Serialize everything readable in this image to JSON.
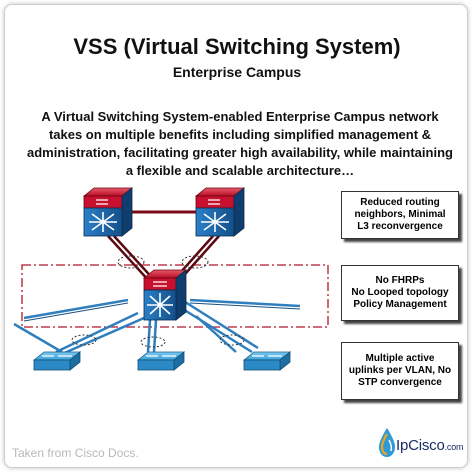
{
  "title": "VSS (Virtual Switching System)",
  "subtitle": "Enterprise Campus",
  "description": [
    "A Virtual Switching System-enabled Enterprise Campus network",
    "takes on multiple benefits including simplified management &",
    "administration, facilitating greater high availability, while maintaining",
    "a flexible and scalable architecture…"
  ],
  "benefits": [
    [
      "Reduced routing",
      "neighbors, Minimal",
      "L3 reconvergence"
    ],
    [
      "No FHRPs",
      "No Looped topology",
      "Policy Management"
    ],
    [
      "Multiple active",
      "uplinks per VLAN, No",
      "STP convergence"
    ]
  ],
  "credit": "Taken from Cisco Docs.",
  "logo": {
    "name": "IpCisco",
    "suffix": ".com"
  },
  "colors": {
    "switch_red": "#c8102e",
    "switch_blue": "#1f6bb0",
    "access_switch": "#3aa0d8",
    "vss_link": "#7a0b16",
    "uplink": "#2f7fbf",
    "dashed_domain": "#b0182a"
  },
  "icons": [
    "core-switch-icon",
    "distribution-switch-icon",
    "access-switch-icon",
    "droplet-logo-icon"
  ]
}
